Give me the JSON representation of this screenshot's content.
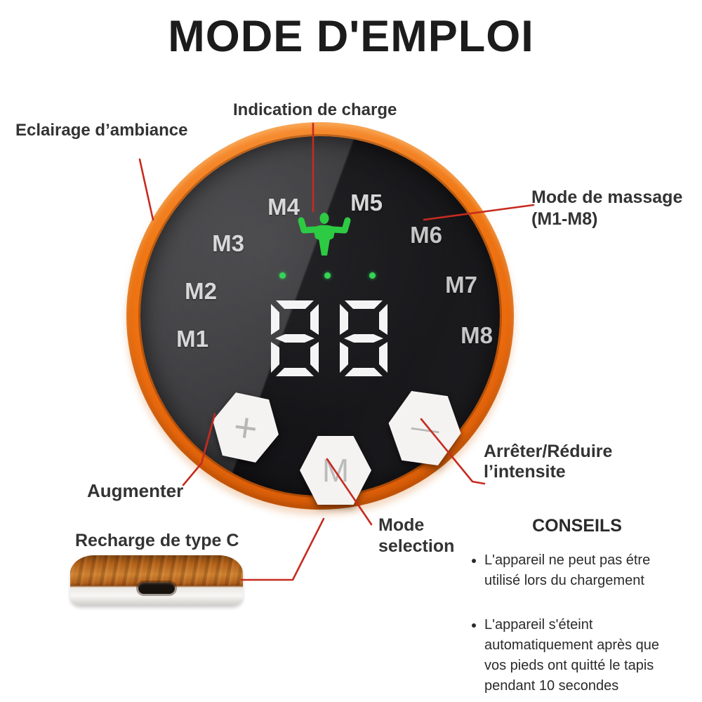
{
  "title": "MODE D'EMPLOI",
  "annotations": {
    "charge_indicator": "Indication de charge",
    "ambient_light": "Eclairage d’ambiance",
    "massage_mode": {
      "line1": "Mode de massage",
      "line2": "(M1-M8)"
    },
    "stop_reduce": {
      "line1": "Arrêter/Réduire",
      "line2": "l’intensite"
    },
    "increase": "Augmenter",
    "mode_selection": {
      "line1": "Mode",
      "line2": "selection"
    },
    "type_c": "Recharge de type C"
  },
  "device": {
    "mode_labels": [
      "M1",
      "M2",
      "M3",
      "M4",
      "M5",
      "M6",
      "M7",
      "M8"
    ],
    "display_value": "88",
    "indicator_dots": 3,
    "buttons": {
      "plus": "+",
      "mode": "M",
      "minus": "—"
    }
  },
  "tips": {
    "heading": "CONSEILS",
    "items": [
      "L'appareil ne peut pas étre utilisé lors du chargement",
      "L'appareil s'éteint automatiquement après que vos pieds ont quitté le tapis pendant 10 secondes"
    ]
  },
  "colors": {
    "ring_orange": "#ee7211",
    "arrow_red": "#c62b20",
    "indicator_green": "#2ecc44",
    "display_white": "#f4f4f4",
    "text_dark": "#333333"
  }
}
